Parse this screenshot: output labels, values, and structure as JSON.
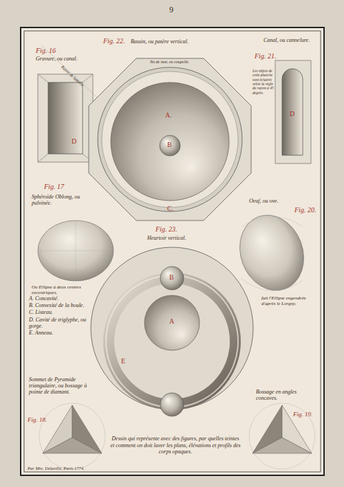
{
  "diagram": {
    "caption": "Dessin qui représente avec des figures, par quelles teintes et comment on doit laver les plans, élévations et profils des corps opaques.",
    "labels": [
      "9",
      "Fig. 16",
      "Gravure, ou canal.",
      "D",
      "Fig. 22.",
      "Bassin, ou patère vertical.",
      "Canal, ou cannelure.",
      "Fig. 21.",
      "D",
      "Nu de mur, ou coupelle.",
      "A.",
      "B",
      "C.",
      "Les objets de cette planche sont éclairés selon la règle du rayon à 45 degrés.",
      "Rayon de lumière",
      "Fig. 17",
      "Sphéroïde Oblong, ou pulvinée.",
      "Ou Ellipse à deux centres excentriques.",
      "Oeuf, ou ove.",
      "Fig. 20.",
      "fait l'Ellipse engendrée d'après le Lorgny.",
      "Fig. 23.",
      "Heurtoir vertical.",
      "A",
      "B",
      "E",
      "A. Concavité.",
      "B. Convexité de la boule.",
      "C. Listeau.",
      "D. Cavité de triglyphe, ou gorge.",
      "E. Anneau.",
      "Sommet de Pyramide triangulaire, ou bossage à pointe de diamant.",
      "Fig. 18.",
      "Bossage en angles concaves.",
      "Fig. 19.",
      "Par Mre. Delaville, Paris 1774."
    ]
  }
}
